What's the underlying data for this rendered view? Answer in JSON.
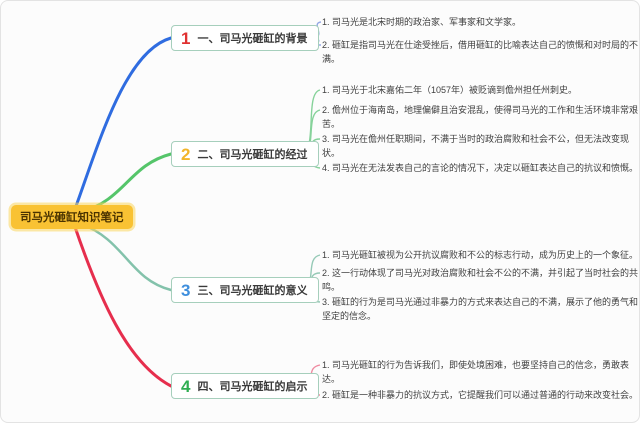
{
  "root": {
    "label": "司马光砸缸知识笔记",
    "bg_color": "#f9c233"
  },
  "branches": [
    {
      "number": "1",
      "label": "一、司马光砸缸的背景",
      "number_color": "#e03131",
      "curve_color": "#2f6ce0",
      "connector_color": "#96a9e6",
      "points": [
        "1. 司马光是北宋时期的政治家、军事家和文学家。",
        "2. 砸缸是指司马光在仕途受挫后，借用砸缸的比喻表达自己的愤慨和对时局的不满。"
      ]
    },
    {
      "number": "2",
      "label": "二、司马光砸缸的经过",
      "number_color": "#f2b52a",
      "curve_color": "#55c56a",
      "connector_color": "#86d29a",
      "points": [
        "1. 司马光于北宋嘉佑二年（1057年）被贬谪到儋州担任州刺史。",
        "2. 儋州位于海南岛，地理偏僻且治安混乱，使得司马光的工作和生活环境非常艰苦。",
        "3. 司马光在儋州任职期间，不满于当时的政治腐败和社会不公，但无法改变现状。",
        "4. 司马光在无法发表自己的言论的情况下，决定以砸缸表达自己的抗议和愤慨。"
      ]
    },
    {
      "number": "3",
      "label": "三、司马光砸缸的意义",
      "number_color": "#3f8fdd",
      "curve_color": "#83c2ab",
      "connector_color": "#95c9b6",
      "points": [
        "1. 司马光砸缸被视为公开抗议腐败和不公的标志行动，成为历史上的一个象征。",
        "2. 这一行动体现了司马光对政治腐败和社会不公的不满，并引起了当时社会的共鸣。",
        "3. 砸缸的行为是司马光通过非暴力的方式来表达自己的不满，展示了他的勇气和坚定的信念。"
      ]
    },
    {
      "number": "4",
      "label": "四、司马光砸缸的启示",
      "number_color": "#2fae52",
      "curve_color": "#e62e4d",
      "connector_color": "#ef8aa0",
      "points": [
        "1. 司马光砸缸的行为告诉我们，即使处境困难，也要坚持自己的信念，勇敢表达。",
        "2. 砸缸是一种非暴力的抗议方式，它提醒我们可以通过普通的行动来改变社会。"
      ]
    }
  ]
}
